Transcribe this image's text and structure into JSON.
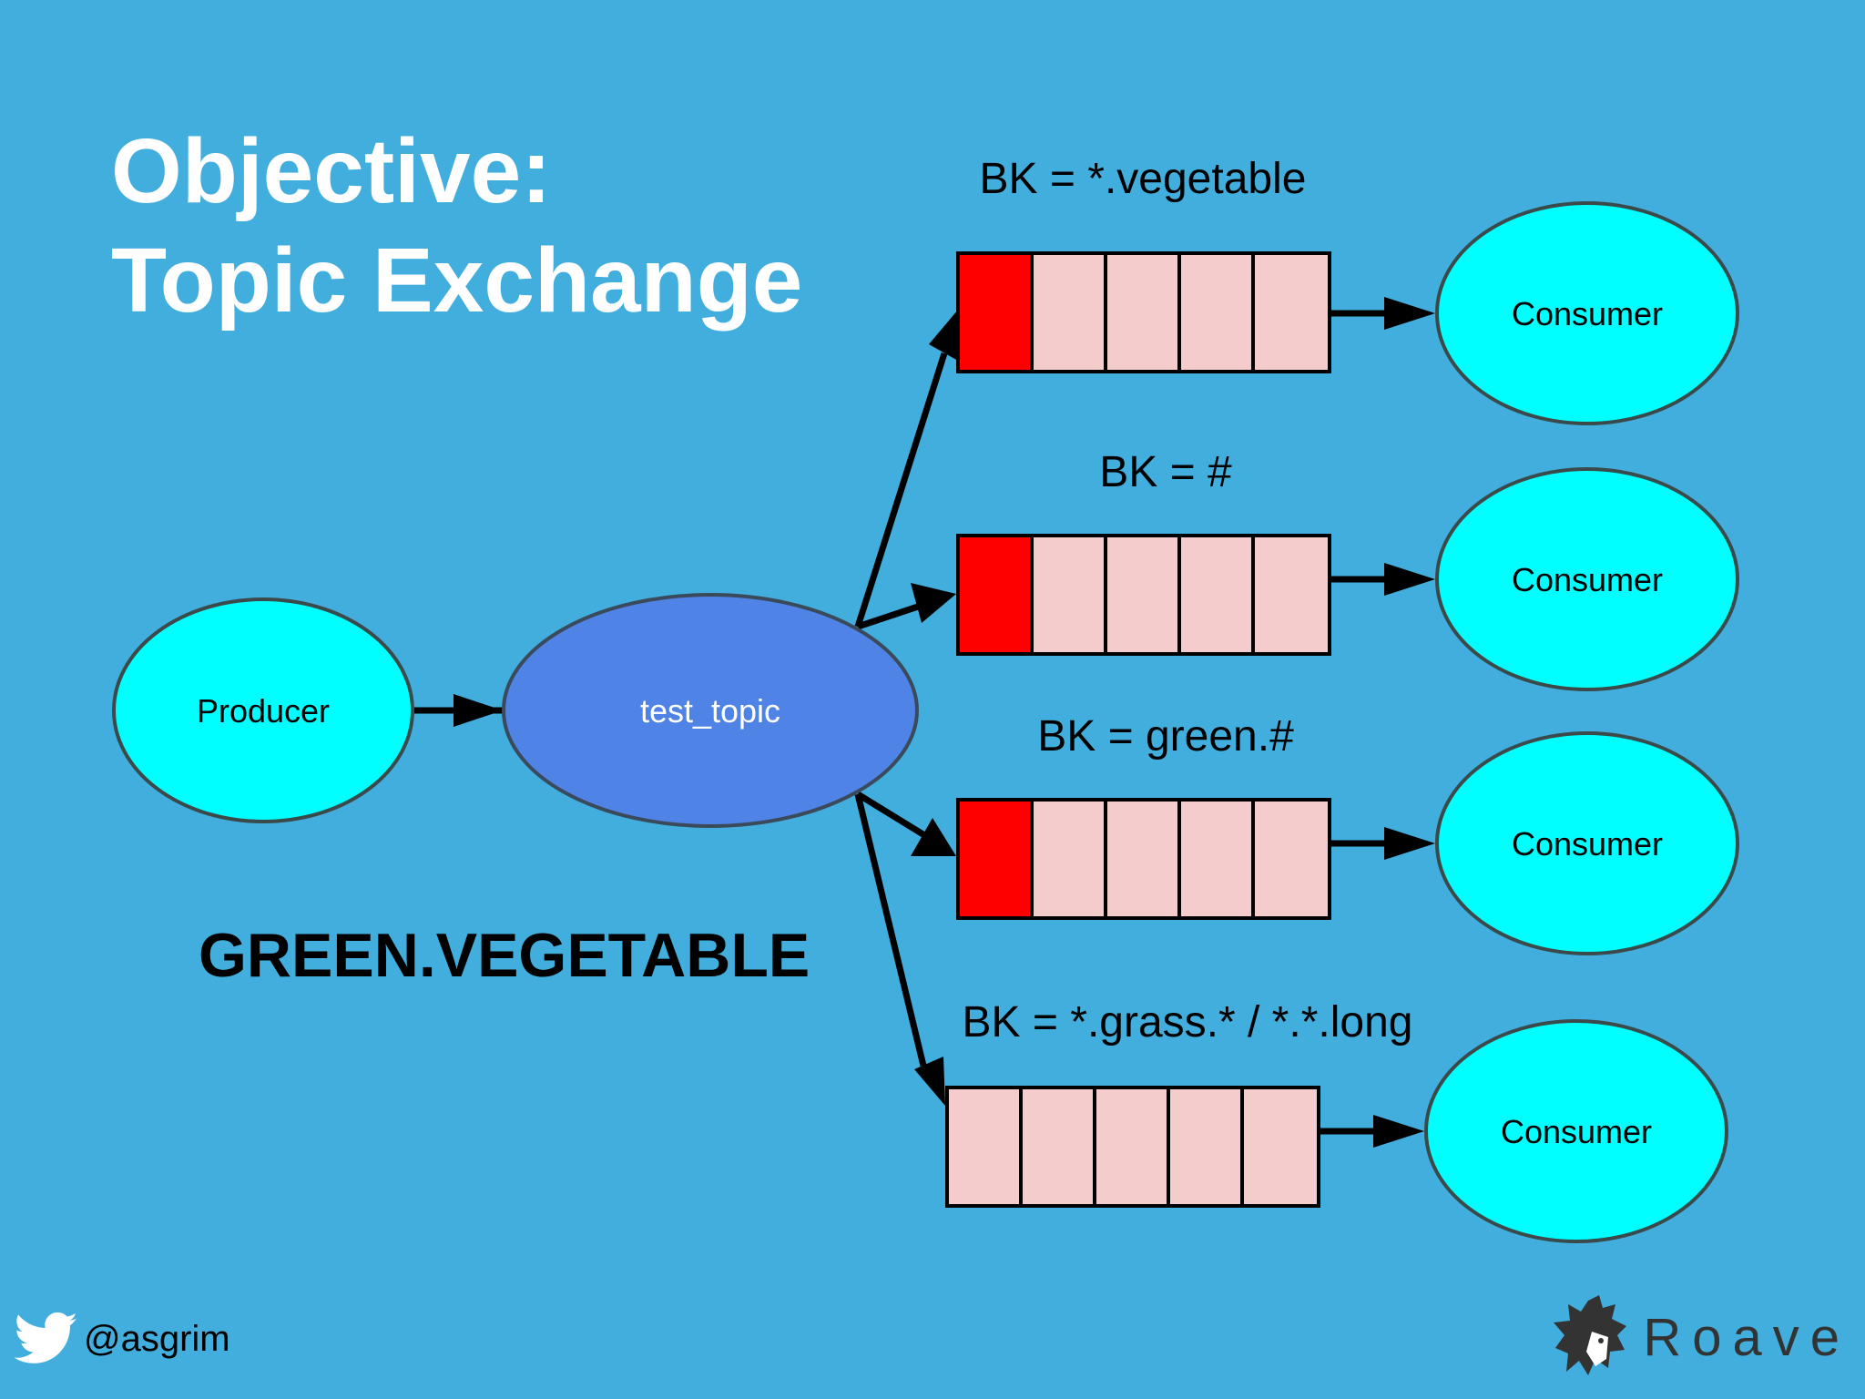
{
  "title": {
    "line1": "Objective:",
    "line2": "Topic Exchange"
  },
  "producer": {
    "label": "Producer"
  },
  "exchange": {
    "label": "test_topic"
  },
  "routing_key": "GREEN.VEGETABLE",
  "queues": [
    {
      "binding": "BK = *.vegetable",
      "consumer": "Consumer",
      "has_message": true
    },
    {
      "binding": "BK = #",
      "consumer": "Consumer",
      "has_message": true
    },
    {
      "binding": "BK = green.#",
      "consumer": "Consumer",
      "has_message": true
    },
    {
      "binding": "BK = *.grass.* / *.*.long",
      "consumer": "Consumer",
      "has_message": false
    }
  ],
  "footer": {
    "twitter_icon": "twitter-bird-icon",
    "handle": "@asgrim",
    "brand": "Roave",
    "brand_icon": "roave-dog-logo"
  },
  "colors": {
    "background": "#42AEDE",
    "node_fill": "#00FFFF",
    "exchange_fill": "#4F83E6",
    "message_fill": "#FF0000",
    "slot_fill": "#F4CCCC"
  }
}
